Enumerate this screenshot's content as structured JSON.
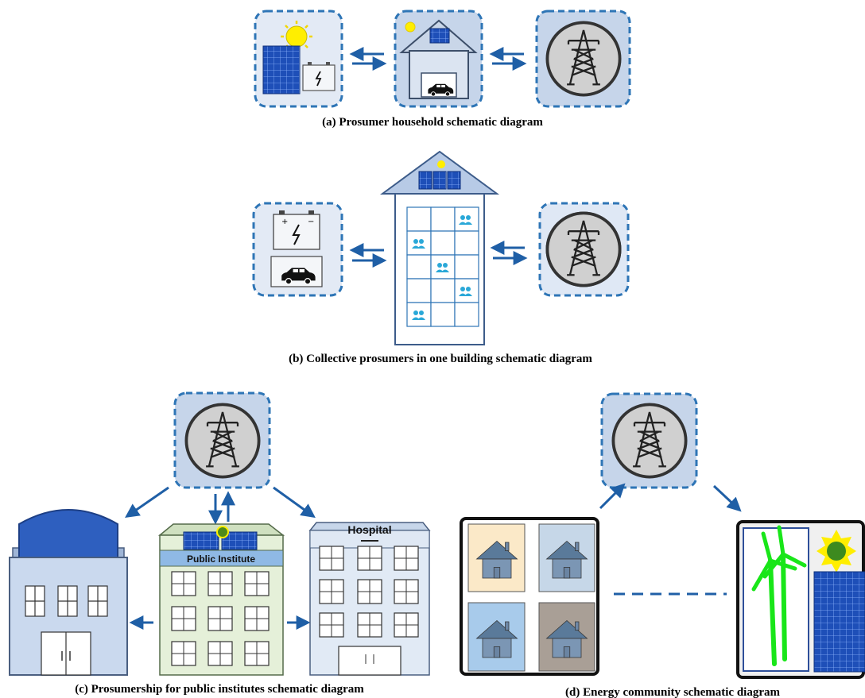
{
  "captions": {
    "a": "(a) Prosumer household schematic diagram",
    "b": "(b) Collective prosumers in one building schematic diagram",
    "c": "(c) Prosumership for public institutes schematic diagram",
    "d": "(d) Energy community schematic diagram"
  },
  "labels": {
    "public_institute": "Public Institute",
    "hospital": "Hospital"
  },
  "icons": [
    "sun-icon",
    "solar-panel-icon",
    "battery-icon",
    "electric-car-icon",
    "house-icon",
    "transmission-tower-icon",
    "people-icon",
    "wind-turbine-icon",
    "hospital-building-icon",
    "dome-building-icon",
    "arrow-icon"
  ],
  "colors": {
    "frame_stroke": "#2e75b6",
    "box_fill_light": "#dfe8f5",
    "box_fill_mid": "#c6d5ea",
    "arrow": "#1f5fa6",
    "solar_panel": "#1e4fb8",
    "sun": "#ffee00",
    "turbine": "#19e619",
    "people": "#2aa8d8"
  }
}
